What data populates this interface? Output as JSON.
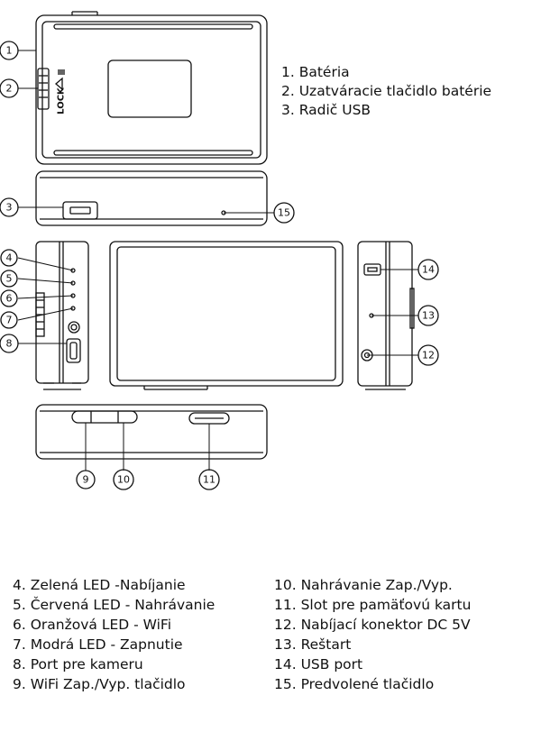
{
  "device": {
    "lock_label": "LOCK"
  },
  "callouts": [
    "1",
    "2",
    "3",
    "4",
    "5",
    "6",
    "7",
    "8",
    "9",
    "10",
    "11",
    "12",
    "13",
    "14",
    "15"
  ],
  "legend_top": [
    "1. Batéria",
    "2. Uzatváracie tlačidlo batérie",
    "3. Radič USB"
  ],
  "legend_left": [
    "4. Zelená LED -Nabíjanie",
    "5. Červená LED - Nahrávanie",
    "6. Oranžová LED - WiFi",
    "7. Modrá LED - Zapnutie",
    "8. Port pre kameru",
    "9. WiFi Zap./Vyp. tlačidlo"
  ],
  "legend_right": [
    "10. Nahrávanie Zap./Vyp.",
    "11. Slot pre pamäťovú kartu",
    "12. Nabíjací konektor DC 5V",
    "13. Reštart",
    "14. USB port",
    "15. Predvolené tlačidlo"
  ]
}
